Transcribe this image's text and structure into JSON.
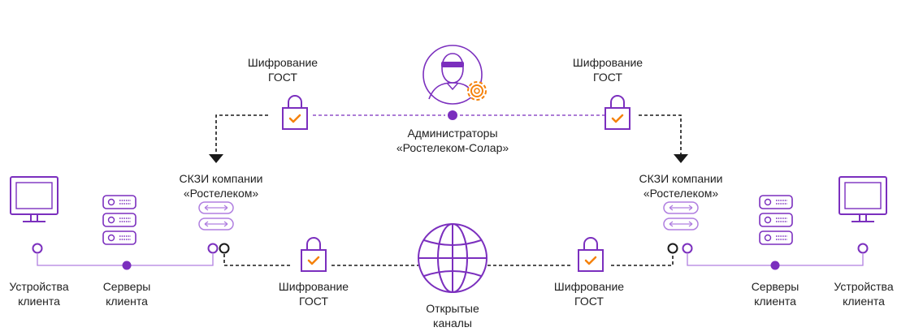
{
  "colors": {
    "purple": "#7b2fbe",
    "purple_light": "#b07fe0",
    "orange": "#f5820b",
    "dark": "#1a1a1a"
  },
  "icons": [
    "monitor-icon",
    "server-icon",
    "lock-check-icon",
    "globe-icon",
    "admin-avatar-icon",
    "gear-icon",
    "arrows-left-right-icon"
  ],
  "labels": {
    "encryption_top_left": "Шифрование\nГОСТ",
    "encryption_top_right": "Шифрование\nГОСТ",
    "admins": "Администраторы\n«Ростелеком-Солар»",
    "skzi_left": "СКЗИ компании\n«Ростелеком»",
    "skzi_right": "СКЗИ компании\n«Ростелеком»",
    "devices_left": "Устройства\nклиента",
    "servers_left": "Серверы\nклиента",
    "encryption_bottom_left": "Шифрование\nГОСТ",
    "open_channels": "Открытые\nканалы",
    "encryption_bottom_right": "Шифрование\nГОСТ",
    "servers_right": "Серверы\nклиента",
    "devices_right": "Устройства\nклиента"
  }
}
